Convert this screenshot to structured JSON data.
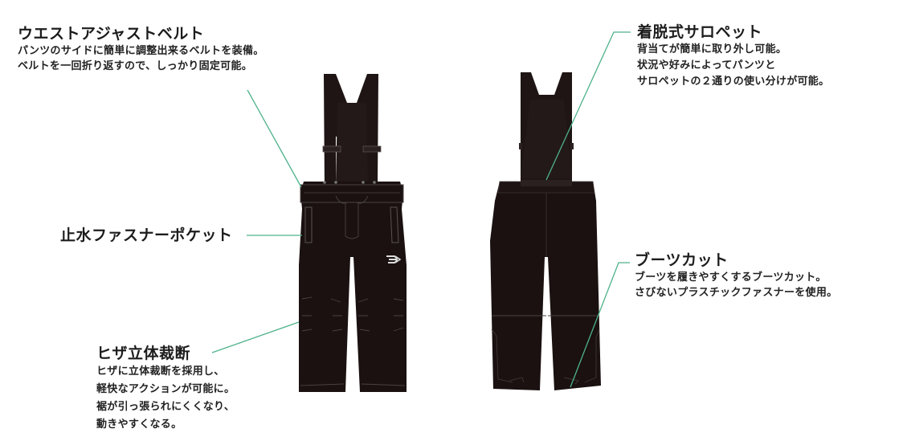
{
  "callouts": {
    "waist_belt": {
      "title": "ウエストアジャストベルト",
      "lines": [
        "パンツのサイドに簡単に調整出来るベルトを装備。",
        "ベルトを一回折り返すので、しっかり固定可能。"
      ]
    },
    "detachable_salopette": {
      "title": "着脱式サロペット",
      "lines": [
        "背当てが簡単に取り外し可能。",
        "状況や好みによってパンツと",
        "サロペットの２通りの使い分けが可能。"
      ]
    },
    "waterproof_pocket": {
      "title": "止水ファスナーポケット"
    },
    "boot_cut": {
      "title": "ブーツカット",
      "lines": [
        "ブーツを履きやすくするブーツカット。",
        "さびないプラスチックファスナーを使用。"
      ]
    },
    "knee_3d_cut": {
      "title": "ヒザ立体裁断",
      "lines": [
        "ヒザに立体裁断を採用し、",
        "軽快なアクションが可能に。",
        "裾が引っ張られにくくなり、",
        "動きやすくなる。"
      ]
    }
  },
  "colors": {
    "garment": "#1a1110",
    "stitch": "#5a5352",
    "leader_line": "#4fb28a"
  },
  "illustrations": {
    "front_view": "salopette-front",
    "back_view": "salopette-back",
    "logo": "daiwa-logo"
  }
}
